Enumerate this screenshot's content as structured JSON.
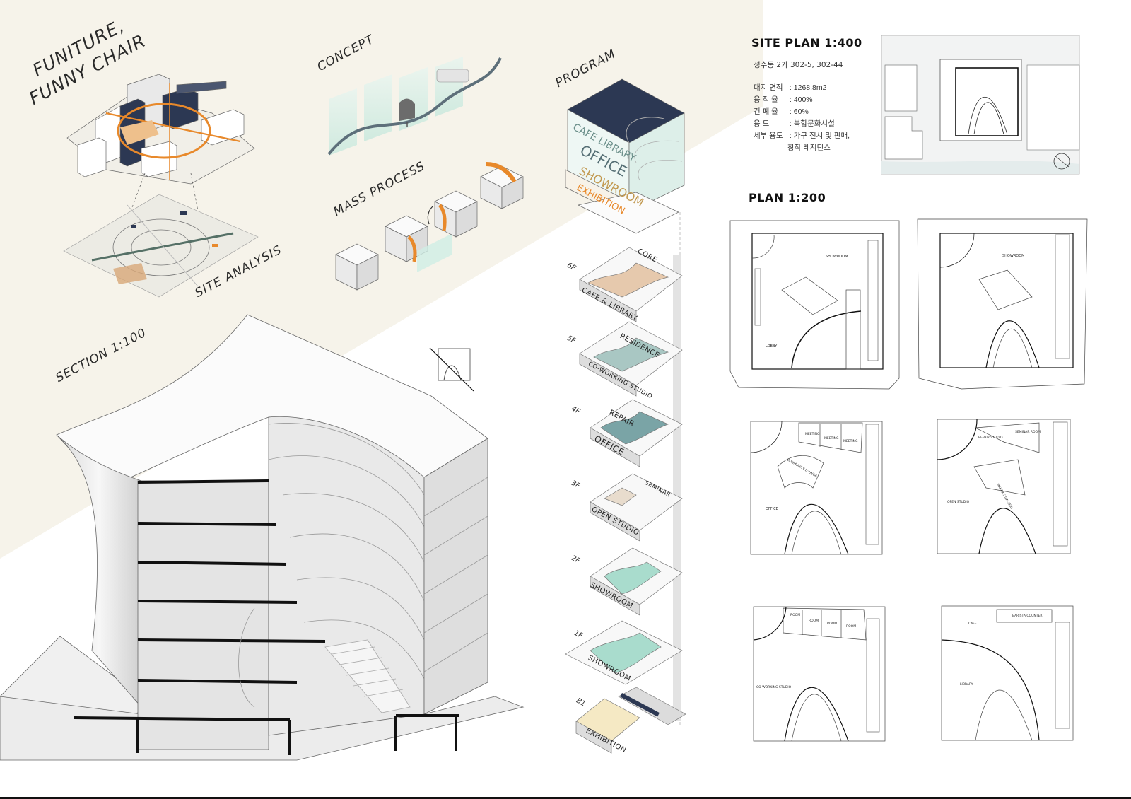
{
  "headings": {
    "title_line1": "FUNITURE,",
    "title_line2": "FUNNY CHAIR",
    "concept": "CONCEPT",
    "program": "PROGRAM",
    "mass_process": "MASS PROCESS",
    "site_analysis": "SITE ANALYSIS",
    "section": "SECTION 1:100",
    "site_plan": "SITE PLAN 1:400",
    "plan": "PLAN 1:200"
  },
  "site_info": {
    "address": "성수동 2가 302-5, 302-44",
    "rows": [
      {
        "label": "대지 면적",
        "value": "1268.8m2"
      },
      {
        "label": "용 적 율",
        "value": "400%"
      },
      {
        "label": "건 폐 율",
        "value": "60%"
      },
      {
        "label": "용 도",
        "value": "복합문화시설"
      },
      {
        "label": "세부 용도",
        "value": "가구 전시 및 판매,"
      }
    ],
    "row_cont": "창작 레지던스"
  },
  "program_tower_words": [
    "CAFE LIBRARY",
    "OFFICE",
    "SHOWROOM",
    "EXHIBITION"
  ],
  "floors": [
    {
      "level": "6F",
      "label": "CAFE & LIBRARY",
      "extra": "CORE"
    },
    {
      "level": "5F",
      "label": "CO-WORKING STUDIO",
      "extra": "RESIDENCE"
    },
    {
      "level": "4F",
      "label": "OFFICE",
      "extra": "REPAIR"
    },
    {
      "level": "3F",
      "label": "OPEN STUDIO",
      "extra": "SEMINAR"
    },
    {
      "level": "2F",
      "label": "SHOWROOM",
      "extra": ""
    },
    {
      "level": "1F",
      "label": "SHOWROOM",
      "extra": ""
    },
    {
      "level": "B1",
      "label": "EXHIBITION",
      "extra": ""
    }
  ],
  "plan_labels": {
    "p1": [
      "SHOWROOM",
      "LOBBY"
    ],
    "p2": [
      "SHOWROOM"
    ],
    "p3": [
      "MEETING",
      "MEETING",
      "MEETING",
      "COMMUNITY LOUNGE",
      "OFFICE"
    ],
    "p4": [
      "SEMINAR ROOM",
      "REPAIR STUDIO",
      "OPEN STUDIO",
      "MAKER'S GALLERY"
    ],
    "p5": [
      "ROOM",
      "ROOM",
      "ROOM",
      "ROOM",
      "CO-WORKING STUDIO"
    ],
    "p6": [
      "BARISTA COUNTER",
      "CAFE",
      "LIBRARY"
    ]
  },
  "colors": {
    "accent_orange": "#e8892b",
    "navy": "#2c3853",
    "mint": "#a9dccd",
    "beige_bg": "#f6f3ea"
  }
}
